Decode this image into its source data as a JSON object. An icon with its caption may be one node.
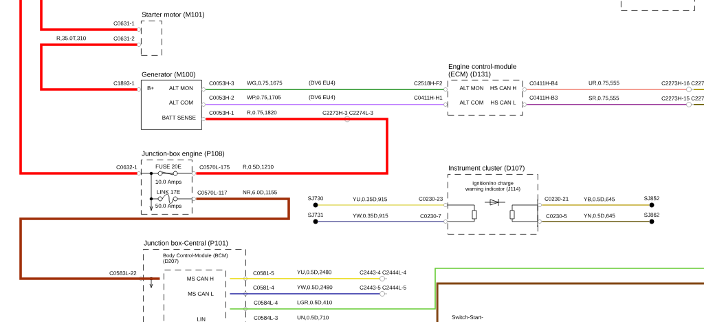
{
  "diagram": {
    "nodes": [
      {
        "text": [
          "Starter motor (M101)"
        ]
      },
      {
        "text": [
          "Generator (M100)",
          "B+",
          "ALT MON",
          "ALT COM",
          "BATT SENSE"
        ]
      },
      {
        "text": [
          "Engine control-module (ECM) (D131)",
          "ALT MON",
          "HS CAN H",
          "ALT COM",
          "HS CAN L"
        ]
      },
      {
        "text": [
          "Junction-box engine (P108)",
          "FUSE 20E",
          "10.0 Amps",
          "LINK 17E",
          "50.0 Amps"
        ]
      },
      {
        "text": [
          "Instrument cluster (D107)",
          "Ignition/no charge warning indicator (J114)"
        ]
      },
      {
        "text": [
          "Junction box-Central (P101)"
        ]
      },
      {
        "text": [
          "Body Control-Module (BCM) (D207)",
          "MS CAN H",
          "MS CAN L",
          "LIN"
        ],
        "in": 5
      },
      {
        "text": [
          "SJ730"
        ]
      },
      {
        "text": [
          "SJ731"
        ]
      },
      {
        "text": [
          "SJ852"
        ]
      },
      {
        "text": [
          "SJ862"
        ]
      },
      {
        "text": [],
        "shape": "box"
      },
      {
        "text": [
          "C2273H-16 C227"
        ]
      },
      {
        "text": [
          "C2273H-15 C227"
        ]
      },
      {
        "text": [
          "C2443-4 C2444L-4"
        ]
      },
      {
        "text": [
          "C2443-5 C2444L-5"
        ]
      }
    ],
    "edges": [
      {
        "from": null,
        "to": 0,
        "arrow": "none",
        "style": "thick",
        "color": "#ff0000"
      },
      {
        "from": 0,
        "to": 1,
        "arrow": "none",
        "label": "R,35.0T,310",
        "style": "thick",
        "color": "#ff0000"
      },
      {
        "from": null,
        "to": 3,
        "arrow": "none",
        "style": "thick",
        "color": "#ff0000"
      },
      {
        "from": 1,
        "to": 2,
        "arrow": "none",
        "label": "WG,0.75,1675",
        "color": "#1a8c1a"
      },
      {
        "from": 1,
        "to": 2,
        "arrow": "none",
        "label": "WP,0.75,1705",
        "color": "#b266ff"
      },
      {
        "from": 1,
        "to": 3,
        "arrow": "none",
        "label": "R,0.75,1820",
        "style": "thick",
        "color": "#ff0000"
      },
      {
        "from": 2,
        "to": 12,
        "arrow": "none",
        "label": "UR,0.75,555",
        "color": "#f08070"
      },
      {
        "from": 2,
        "to": 13,
        "arrow": "none",
        "label": "SR,0.75,555",
        "color": "#8b1a8b"
      },
      {
        "from": 3,
        "to": 6,
        "arrow": "none",
        "label": "NR,6.0D,1155",
        "style": "thick",
        "color": "#a0300a"
      },
      {
        "from": 7,
        "to": 4,
        "arrow": "none",
        "label": "YU,0.35D,915",
        "color": "#e0d860"
      },
      {
        "from": 8,
        "to": 4,
        "arrow": "none",
        "label": "YW,0.35D,915",
        "color": "#6060a0"
      },
      {
        "from": 4,
        "to": 9,
        "arrow": "none",
        "label": "YB,0.5D,645",
        "color": "#c0a828"
      },
      {
        "from": 4,
        "to": 10,
        "arrow": "none",
        "label": "YN,0.5D,645",
        "color": "#6a5a10"
      },
      {
        "from": 6,
        "to": 14,
        "arrow": "none",
        "label": "YU,0.5D,2480",
        "color": "#e8d800"
      },
      {
        "from": 6,
        "to": 15,
        "arrow": "none",
        "label": "YW,0.5D,2480",
        "color": "#2020a0"
      },
      {
        "from": 6,
        "to": null,
        "arrow": "none",
        "label": "LGR,0.5D,410",
        "color": "#66cc33"
      }
    ],
    "labels": [
      "C0631-1",
      "C0631-2",
      "C1893-1",
      "C0053H-3",
      "(DV6 EU4)",
      "C0053H-2",
      "(DV6 EU4)",
      "C0053H-1",
      "C2273H-3 C2274L-3",
      "C2518H-F2",
      "C0411H-H1",
      "C0411H-B4",
      "C0411H-B3",
      "C0632-1",
      "C0570L-175",
      "R,0.5D,1210",
      "C0570L-117",
      "C0230-23",
      "C0230-7",
      "C0230-21",
      "C0230-5",
      "C0583L-22",
      "C0581-5",
      "C0581-4",
      "C0584L-4",
      "C0584L-3",
      "UN,0.5D,710",
      "Switch-Start-"
    ]
  }
}
